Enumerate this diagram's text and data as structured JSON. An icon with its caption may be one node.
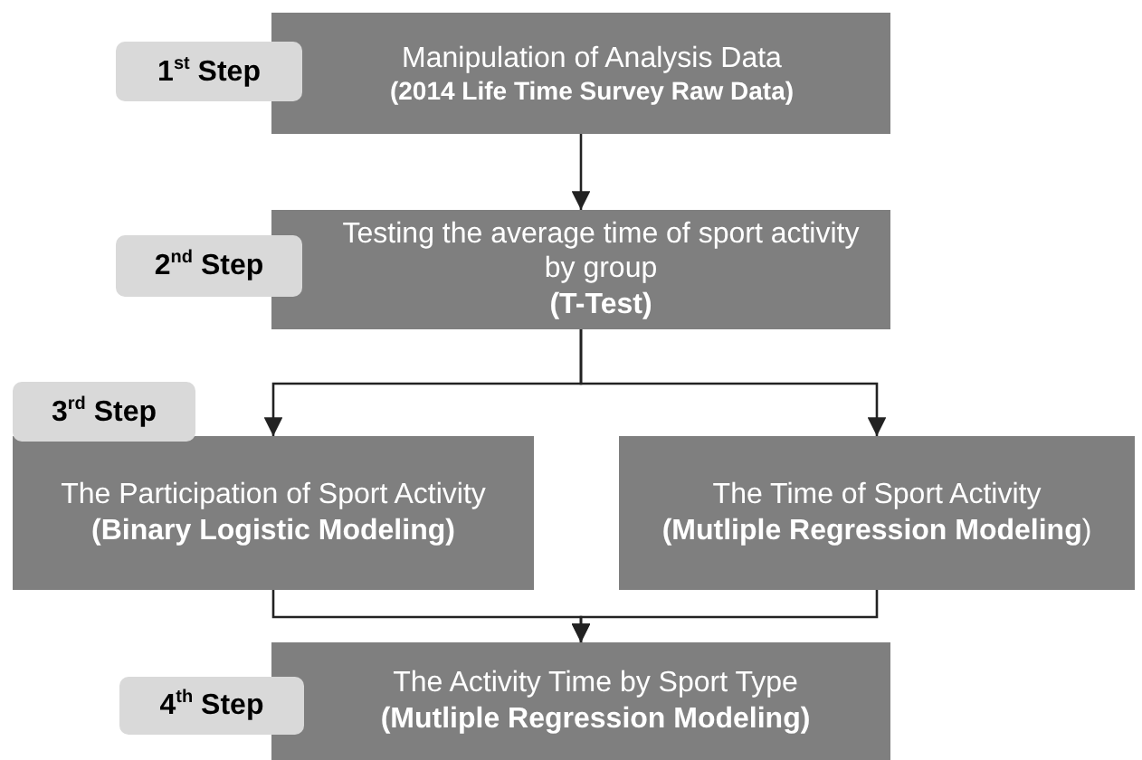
{
  "diagram": {
    "nodes": [
      {
        "text": [
          "1$^{st}$ Step"
        ]
      },
      {
        "text": [
          "Manipulation of Analysis Data",
          "(2014 Life Time Survey Raw Data)"
        ]
      },
      {
        "text": [
          "2$^{nd}$ Step"
        ]
      },
      {
        "text": [
          "Testing the average time of sport activity by group",
          "(T-Test)"
        ]
      },
      {
        "text": [
          "3$^{rd}$ Step"
        ]
      },
      {
        "text": [
          "The Participation of Sport Activity",
          "(Binary Logistic Modeling)"
        ]
      },
      {
        "text": [
          "The Time of Sport Activity",
          "**(Mutliple Regression Modeling**)"
        ]
      },
      {
        "text": [
          "4$^{th}$ Step"
        ]
      },
      {
        "text": [
          "The Activity Time by Sport Type",
          "(Mutliple Regression Modeling)"
        ]
      }
    ],
    "edges": [
      {
        "from": 1,
        "to": 3,
        "arrow": "to"
      },
      {
        "from": 3,
        "to": 5,
        "arrow": "to"
      },
      {
        "from": 3,
        "to": 6,
        "arrow": "to"
      },
      {
        "from": 5,
        "to": 8,
        "arrow": "to"
      },
      {
        "from": 6,
        "to": 8,
        "arrow": "to"
      }
    ]
  }
}
